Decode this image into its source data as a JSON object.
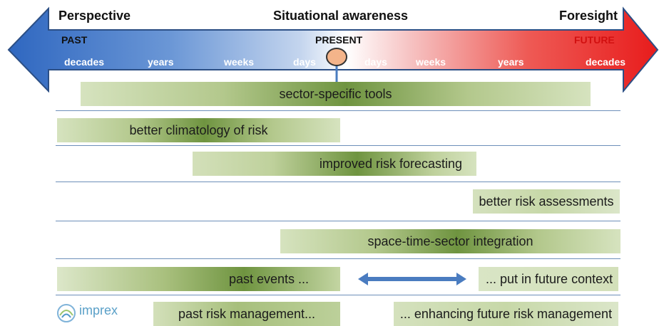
{
  "header": {
    "perspective": "Perspective",
    "title": "Situational awareness",
    "foresight": "Foresight"
  },
  "timeline": {
    "past": "PAST",
    "present": "PRESENT",
    "future": "FUTURE",
    "scale_left": [
      "decades",
      "years",
      "weeks",
      "days"
    ],
    "scale_right": [
      "days",
      "weeks",
      "years",
      "decades"
    ],
    "colors": {
      "past": "#3d72c5",
      "future": "#ee2a24",
      "present_marker": "#f4b48a"
    }
  },
  "bars": [
    {
      "label": "sector-specific tools"
    },
    {
      "label": "better climatology of risk"
    },
    {
      "label": "improved risk forecasting"
    },
    {
      "label": "better risk assessments"
    },
    {
      "label": "space-time-sector integration"
    },
    {
      "label": "past events ..."
    },
    {
      "label": "... put in future context"
    },
    {
      "label": "past risk management..."
    },
    {
      "label": "... enhancing future risk management"
    }
  ],
  "logo": {
    "name": "imprex",
    "icon": "imprex-logo-icon"
  },
  "connector": {
    "icon": "double-arrow-icon",
    "color": "#4a7cc0"
  }
}
